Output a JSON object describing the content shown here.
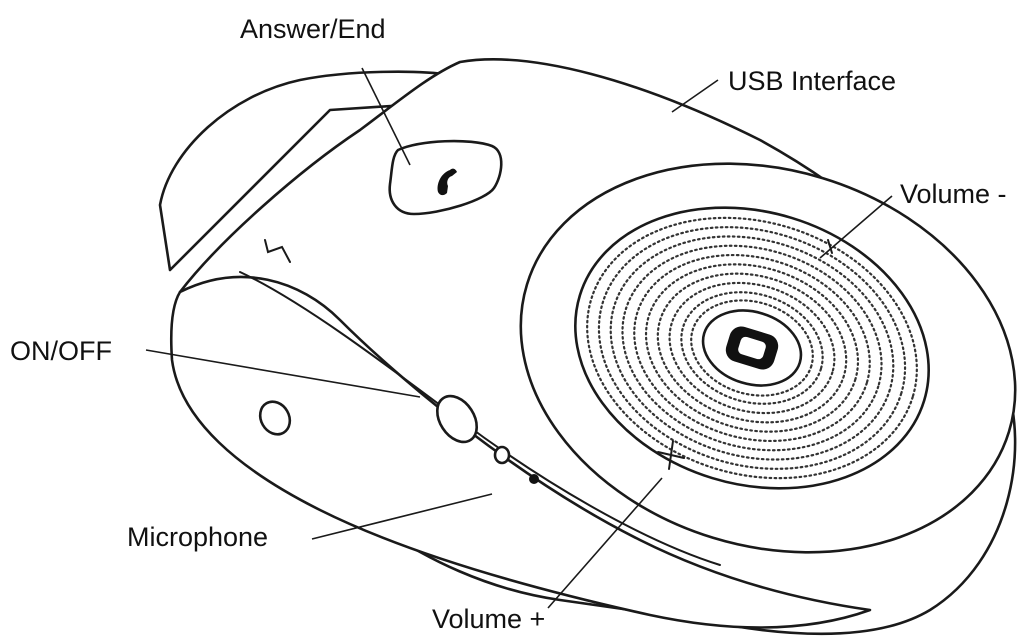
{
  "labels": {
    "answer_end": "Answer/End",
    "usb_interface": "USB Interface",
    "volume_minus": "Volume -",
    "on_off": "ON/OFF",
    "microphone": "Microphone",
    "volume_plus": "Volume +"
  },
  "icons": {
    "answer_button": "phone-handset-icon",
    "center_logo": "logo-icon",
    "volume_plus_mark": "plus-icon",
    "volume_minus_mark": "minus-icon"
  },
  "colors": {
    "line": "#1a1a1a",
    "background": "#ffffff"
  }
}
